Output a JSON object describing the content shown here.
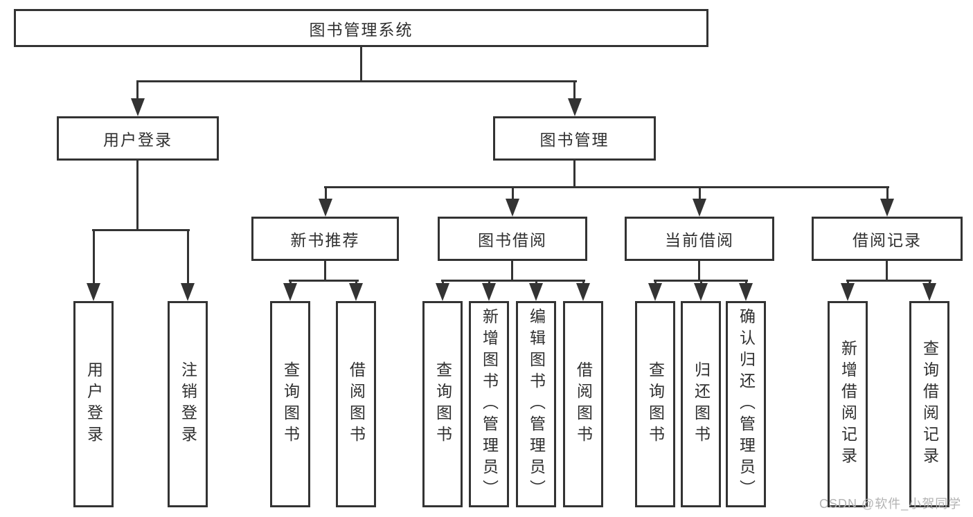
{
  "diagram_type": "hierarchy-tree",
  "colors": {
    "line": "#333333",
    "text": "#2f2f2f",
    "background": "#ffffff",
    "watermark": "#b3b3b3"
  },
  "tree": {
    "label": "图书管理系统",
    "children": [
      {
        "label": "用户登录",
        "children": [
          {
            "label": "用户登录"
          },
          {
            "label": "注销登录"
          }
        ]
      },
      {
        "label": "图书管理",
        "children": [
          {
            "label": "新书推荐",
            "children": [
              {
                "label": "查询图书"
              },
              {
                "label": "借阅图书"
              }
            ]
          },
          {
            "label": "图书借阅",
            "children": [
              {
                "label": "查询图书"
              },
              {
                "label": "新增图书（管理员）"
              },
              {
                "label": "编辑图书（管理员）"
              },
              {
                "label": "借阅图书"
              }
            ]
          },
          {
            "label": "当前借阅",
            "children": [
              {
                "label": "查询图书"
              },
              {
                "label": "归还图书"
              },
              {
                "label": "确认归还（管理员）"
              }
            ]
          },
          {
            "label": "借阅记录",
            "children": [
              {
                "label": "新增借阅记录"
              },
              {
                "label": "查询借阅记录"
              }
            ]
          }
        ]
      }
    ]
  },
  "watermark": {
    "text": "CSDN @软件_小贺同学"
  }
}
